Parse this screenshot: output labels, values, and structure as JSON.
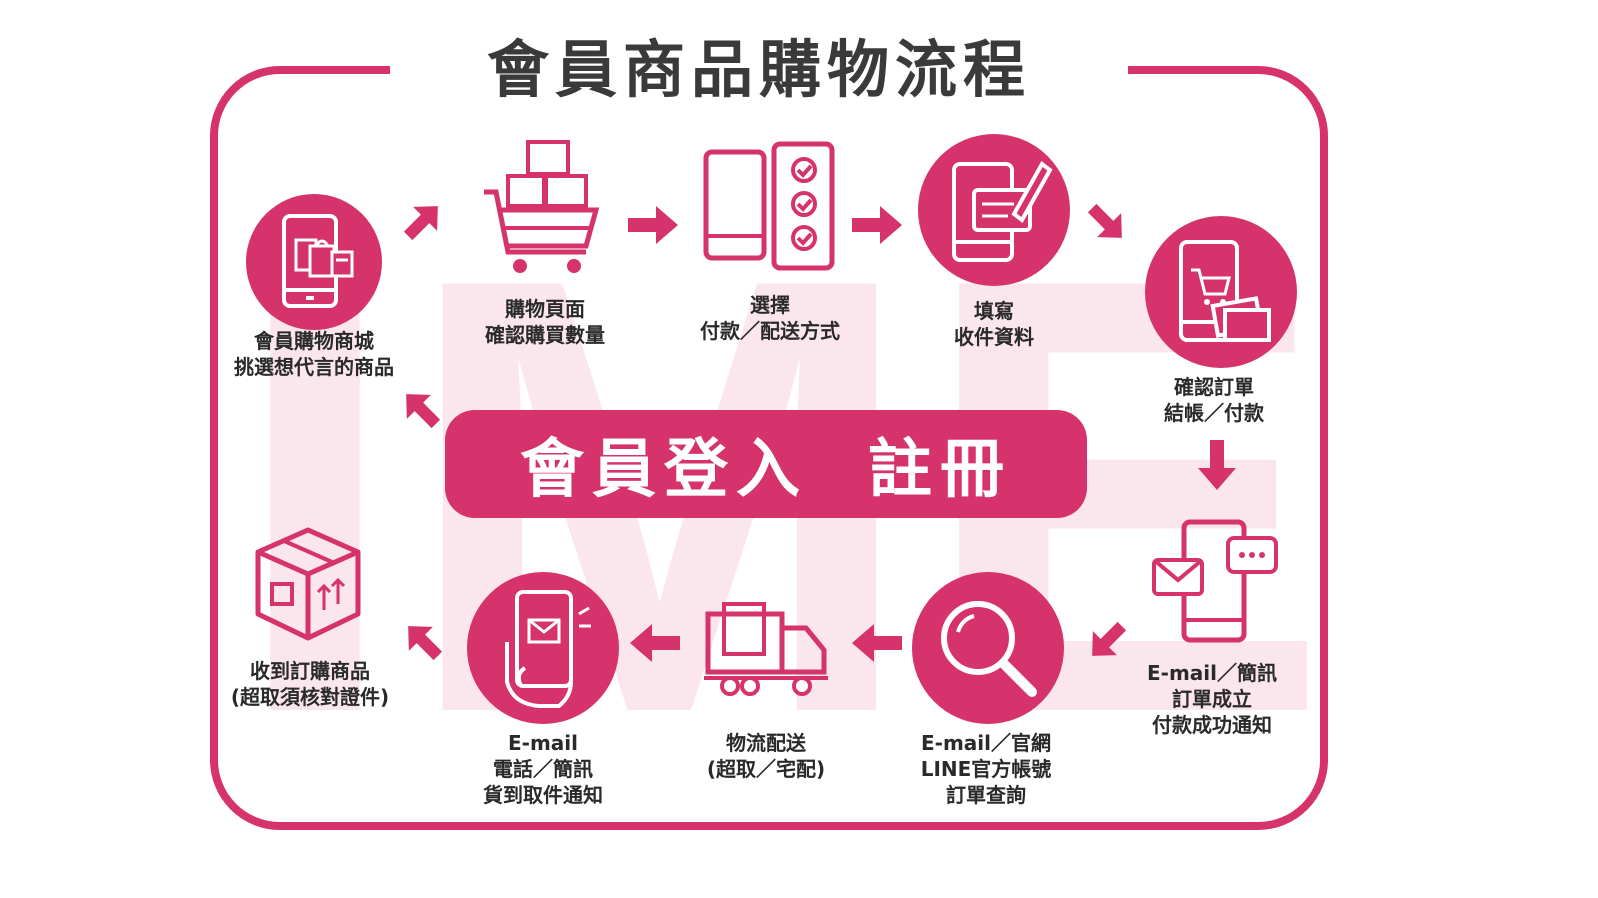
{
  "title": "會員商品購物流程",
  "center": {
    "left": "會員登入",
    "right": "註冊"
  },
  "watermark_text": "IME",
  "colors": {
    "accent": "#d6336c",
    "title": "#3a3a3a",
    "watermark": "#fbe6ee"
  },
  "steps": [
    {
      "icon": "mobile-shopping-icon",
      "lines": [
        "會員購物商城",
        "挑選想代言的商品"
      ]
    },
    {
      "icon": "shopping-cart-icon",
      "lines": [
        "購物頁面",
        "確認購買數量"
      ]
    },
    {
      "icon": "mobile-checklist-icon",
      "lines": [
        "選擇",
        "付款／配送方式"
      ]
    },
    {
      "icon": "mobile-form-edit-icon",
      "lines": [
        "填寫",
        "收件資料"
      ]
    },
    {
      "icon": "mobile-cart-checkout-icon",
      "lines": [
        "確認訂單",
        "結帳／付款"
      ]
    },
    {
      "icon": "mobile-message-icon",
      "lines": [
        "E-mail／簡訊",
        "訂單成立",
        "付款成功通知"
      ]
    },
    {
      "icon": "magnifier-search-icon",
      "lines": [
        "E-mail／官網",
        "LINE官方帳號",
        "訂單查詢"
      ]
    },
    {
      "icon": "delivery-truck-icon",
      "lines": [
        "物流配送",
        "(超取／宅配)"
      ]
    },
    {
      "icon": "hand-phone-mail-icon",
      "lines": [
        "E-mail",
        "電話／簡訊",
        "貨到取件通知"
      ]
    },
    {
      "icon": "package-box-icon",
      "lines": [
        "收到訂購商品",
        "(超取須核對證件)"
      ]
    }
  ]
}
